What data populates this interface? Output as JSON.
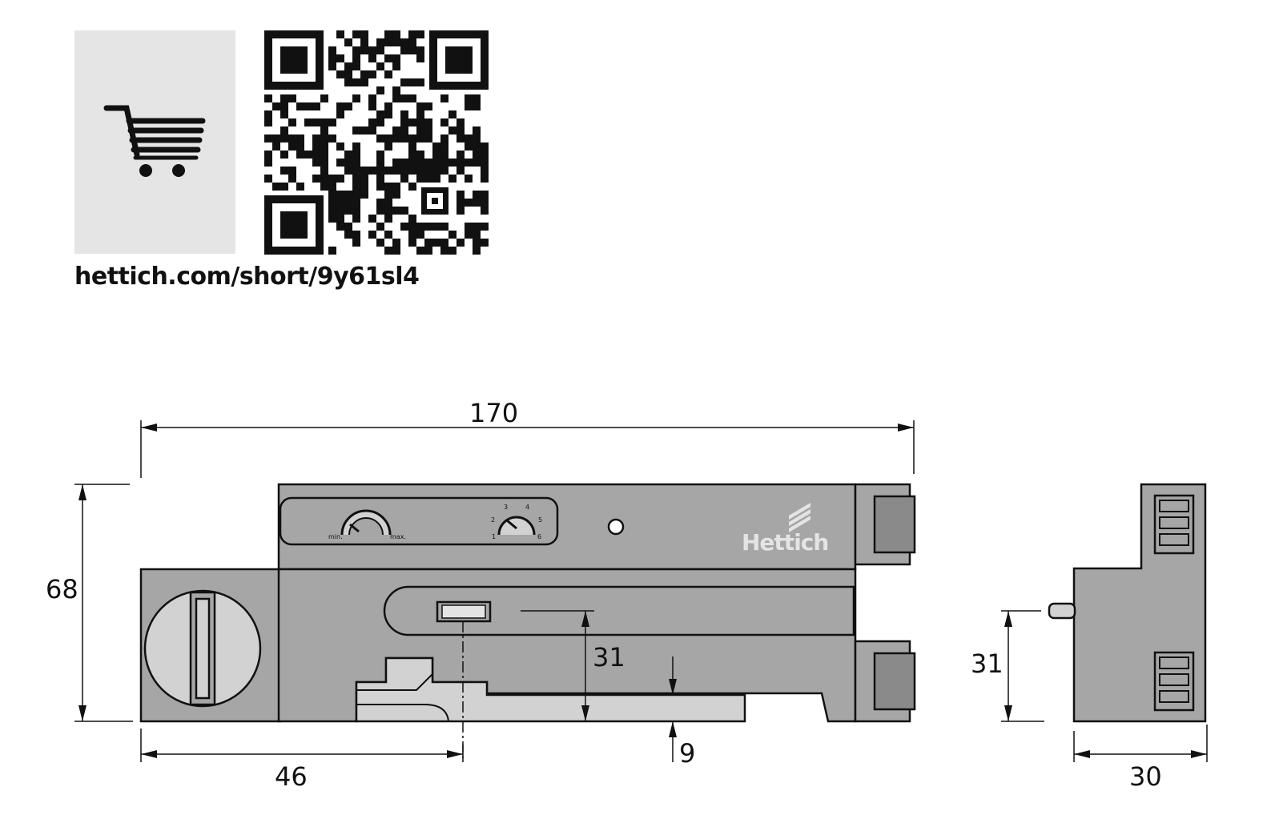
{
  "cart_tile": {
    "icon": "shopping-cart-icon",
    "background": "#e5e5e5"
  },
  "qr": {
    "icon": "qr-code"
  },
  "short_url": "hettich.com/short/9y61sl4",
  "drawing": {
    "body_color": "#a6a6a6",
    "light_color": "#d2d2d2",
    "brand_logo": "Hettich",
    "dial_min_label": "min.",
    "dial_max_label": "max.",
    "selector_ticks": [
      "1",
      "2",
      "3",
      "4",
      "5",
      "6"
    ],
    "dimensions": {
      "overall_length": "170",
      "height": "68",
      "left_offset": "46",
      "inner_height": "31",
      "bottom_gap": "9",
      "side_height": "31",
      "side_depth": "30"
    }
  }
}
